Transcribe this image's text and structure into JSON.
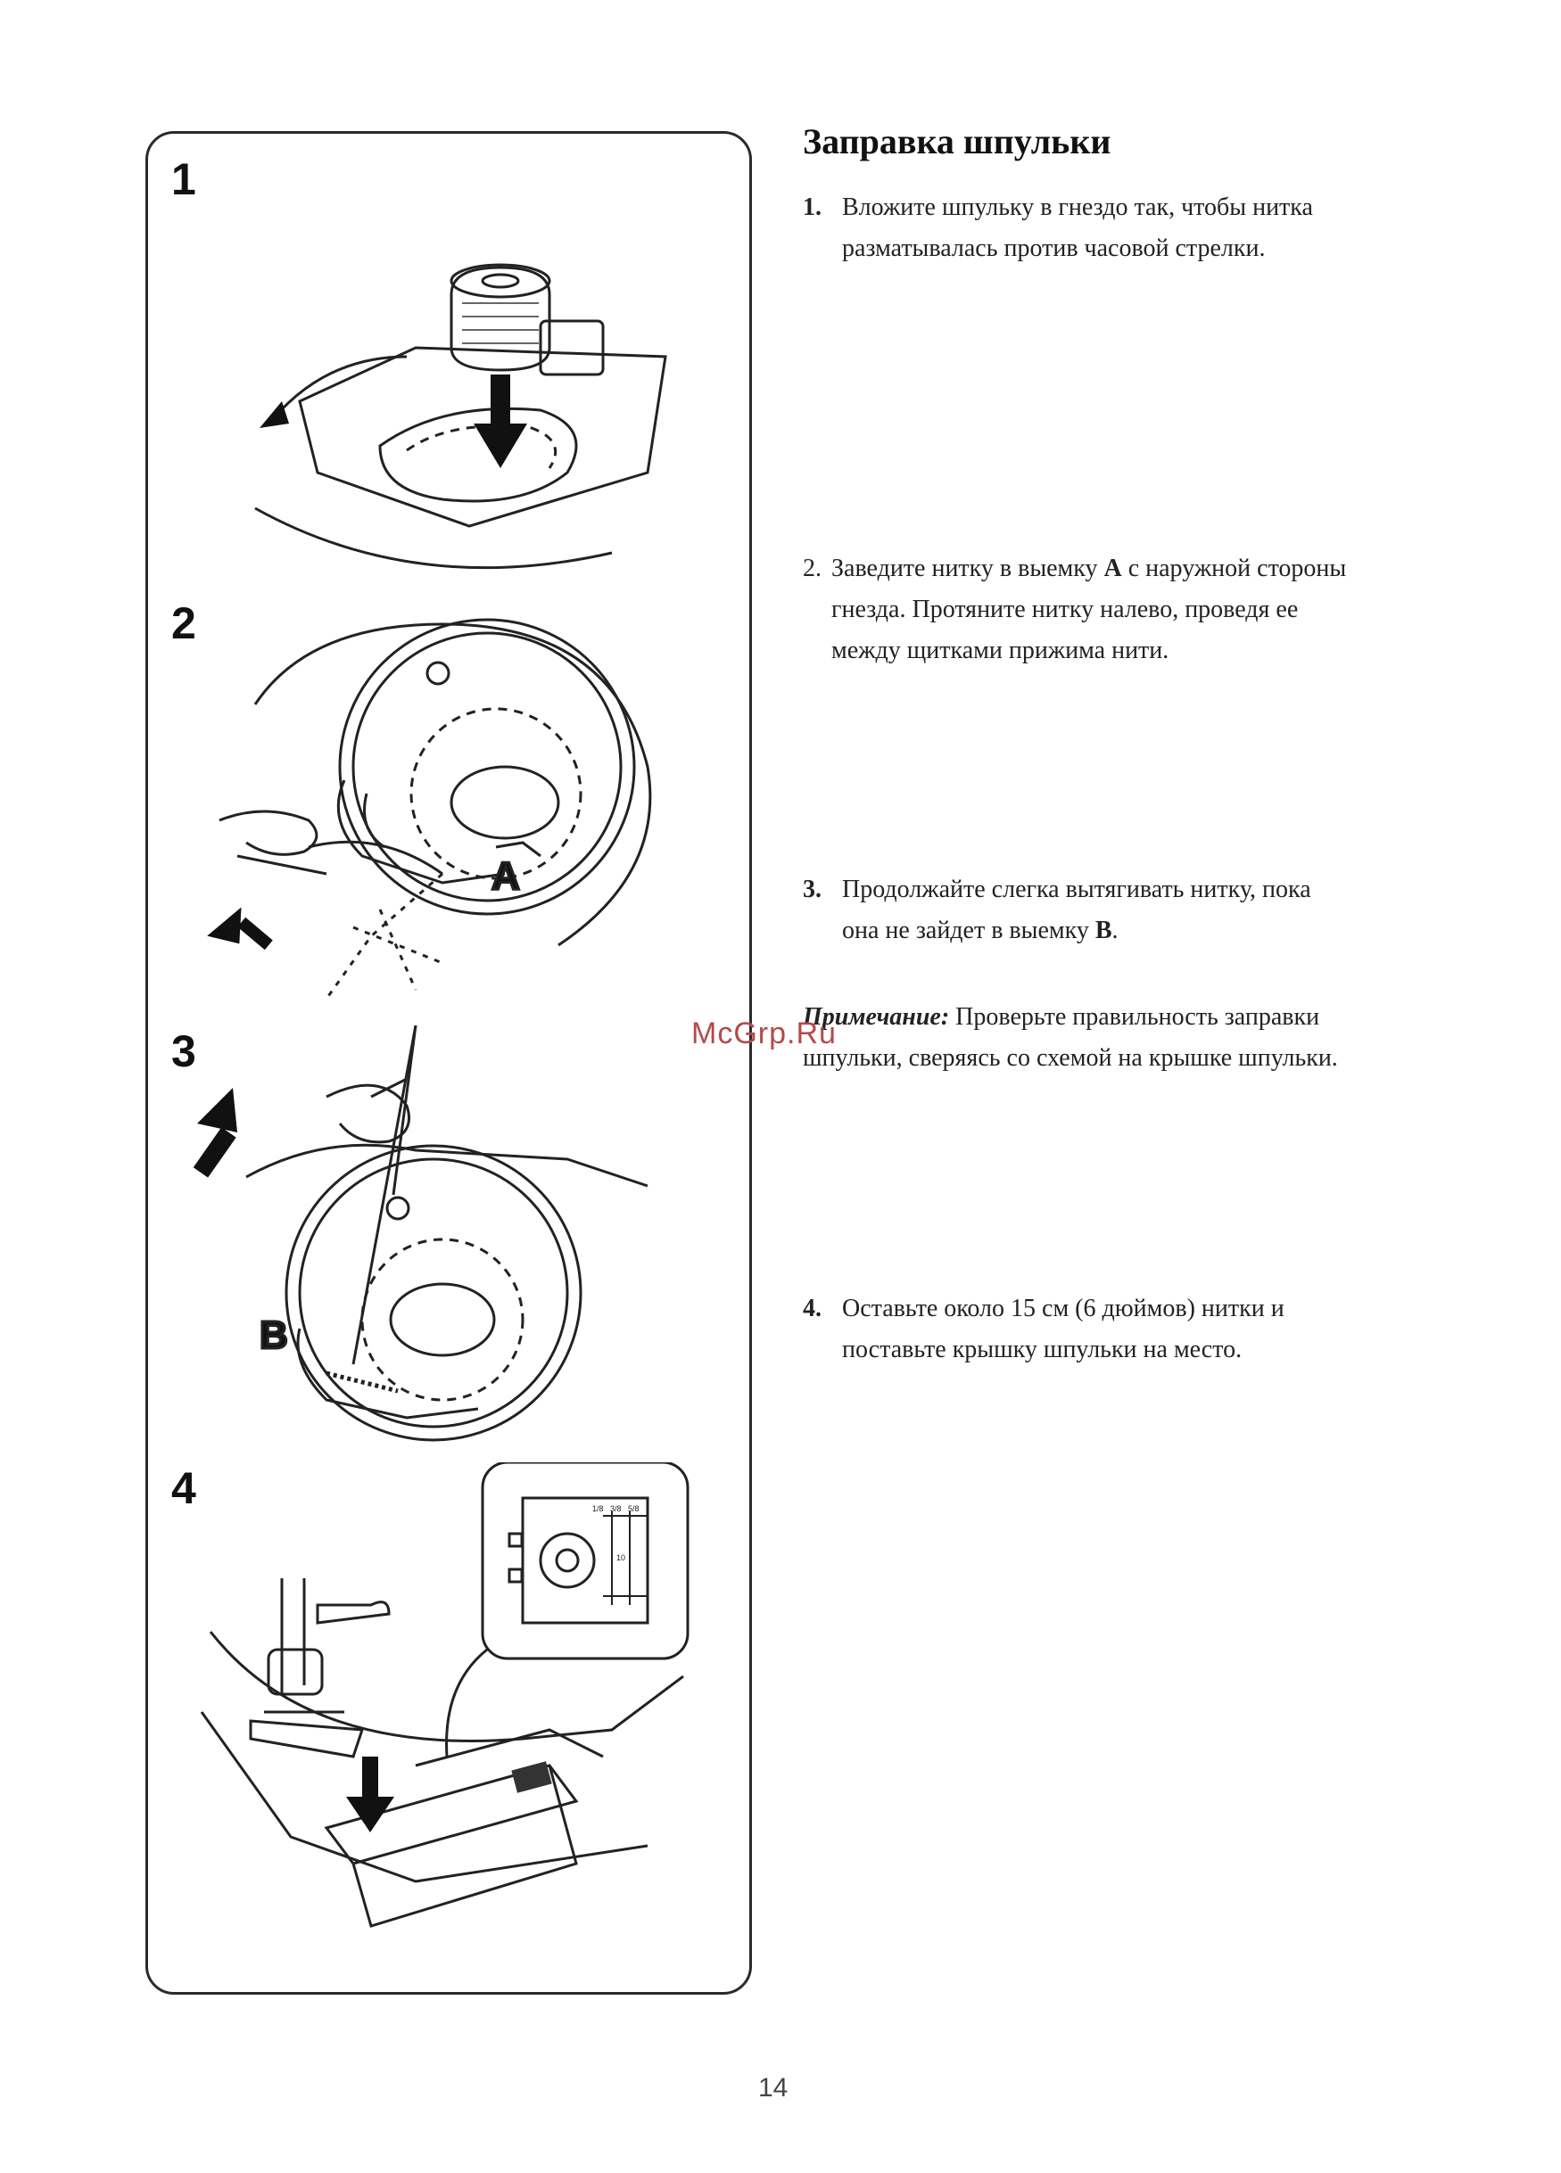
{
  "title": "Заправка шпульки",
  "figures": [
    {
      "num": "1"
    },
    {
      "num": "2",
      "label": "A"
    },
    {
      "num": "3",
      "label": "B"
    },
    {
      "num": "4"
    }
  ],
  "steps": [
    {
      "num": "1.",
      "line1": "Вложите шпульку в гнездо так, чтобы нитка",
      "line2": "разматывалась против часовой стрелки."
    },
    {
      "num": "2.",
      "line1_a": "Заведите нитку в выемку ",
      "letter": "A",
      "line1_b": " с наружной стороны",
      "line2": "гнезда. Протяните нитку налево, проведя ее",
      "line3": "между щитками прижима нити."
    },
    {
      "num": "3.",
      "line1": "Продолжайте слегка вытягивать нитку, пока",
      "line2_a": "она не зайдет в выемку ",
      "letter": "B",
      "line2_b": "."
    },
    {
      "num": "4.",
      "line1": "Оставьте около 15 см (6 дюймов) нитки и",
      "line2": "поставьте крышку шпульки на место."
    }
  ],
  "note": {
    "label": "Примечание:",
    "line1": " Проверьте правильность заправки",
    "line2": "шпульки, сверяясь со схемой на крышке шпульки."
  },
  "inset_scale": {
    "t1": "1/8",
    "t2": "3/8",
    "t3": "5/8",
    "t4": "10"
  },
  "watermark": "McGrp.Ru",
  "page_number": "14"
}
